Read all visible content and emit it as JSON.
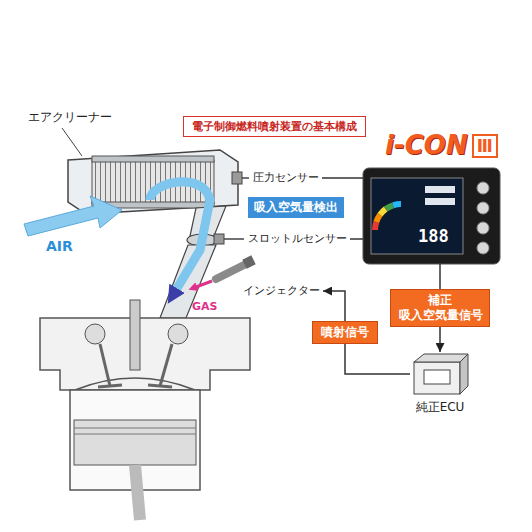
{
  "diagram": {
    "title": "電子制御燃料噴射装置の基本構成",
    "nodes": [
      {
        "text": [
          "圧力センサー"
        ]
      },
      {
        "text": [
          "スロットルセンサー"
        ]
      },
      {
        "text": [
          "インジェクター"
        ]
      },
      {
        "text": [
          "i-CON",
          "Ⅲ"
        ]
      },
      {
        "text": [
          "純正ECU"
        ]
      }
    ],
    "edges": [
      {
        "from": 0,
        "to": 3,
        "arrow": "none"
      },
      {
        "from": 1,
        "to": 3,
        "arrow": "none"
      },
      {
        "from": 3,
        "to": 4,
        "label": "補正 吸入空気量信号",
        "arrow": "to"
      },
      {
        "from": 4,
        "to": 2,
        "label": "噴射信号",
        "arrow": "to"
      }
    ],
    "labels": [
      "エアクリーナー",
      "吸入空気量検出",
      "AIR",
      "GAS",
      "188"
    ]
  }
}
